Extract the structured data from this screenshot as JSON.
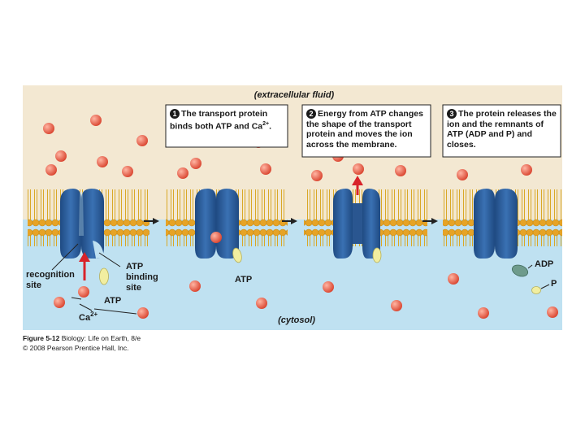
{
  "labels": {
    "extracellular": "(extracellular fluid)",
    "cytosol": "(cytosol)",
    "recognition_site": [
      "recognition",
      "site"
    ],
    "atp_binding_site": [
      "ATP",
      "binding",
      "site"
    ],
    "atp_free": "ATP",
    "atp_bound": "ATP",
    "ca": "Ca",
    "ca_charge": "2+",
    "adp": "ADP",
    "p": "P"
  },
  "steps": [
    {
      "number": "1",
      "text_a": "The transport protein binds both ATP and Ca",
      "sup": "2+",
      "text_b": "."
    },
    {
      "number": "2",
      "text": "Energy from ATP changes the shape of the transport protein and moves the ion across the membrane."
    },
    {
      "number": "3",
      "text": "The protein releases the ion and the remnants of ATP (ADP and P) and closes."
    }
  ],
  "caption": {
    "figure": "Figure 5-12",
    "book": "Biology: Life on Earth, 8/e",
    "copyright": "© 2008 Pearson Prentice Hall, Inc."
  },
  "colors": {
    "extracellular_bg": "#f3e8d2",
    "cytosol_bg": "#bfe1f1",
    "protein": "#2f5f9e",
    "ion": "#e5573f",
    "atp": "#f1eea0",
    "adp": "#6e9b8c",
    "arrow_red": "#d8232a",
    "lipid_head": "#e6a326",
    "lipid_tail": "#f3d260"
  }
}
